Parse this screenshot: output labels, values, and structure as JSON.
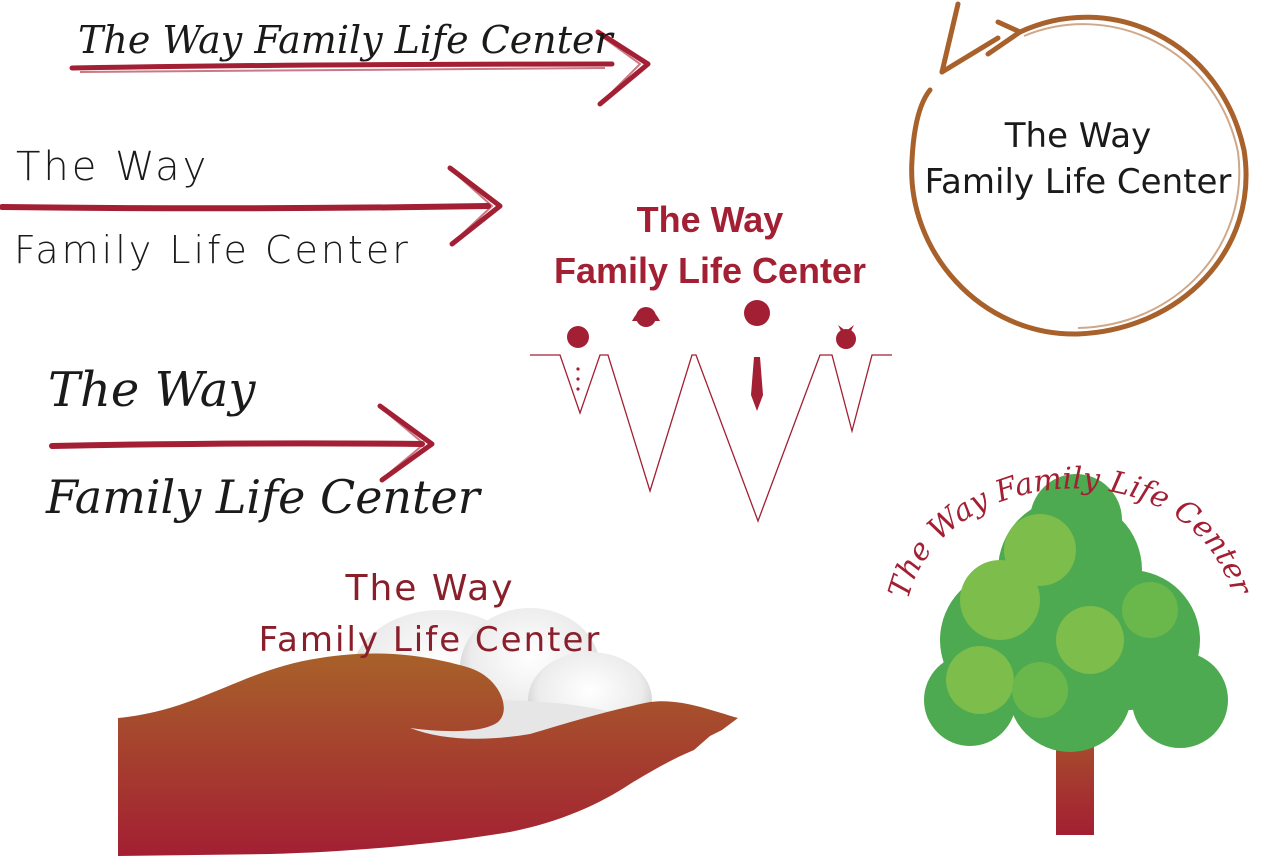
{
  "colors": {
    "brand_red": "#a31f33",
    "brown": "#a8612a",
    "ink": "#1a1a1a",
    "tree_green": "#4daa50",
    "tree_light_green": "#7cbd4b"
  },
  "logo1": {
    "text": "The Way Family Life Center",
    "icon": "arrow-icon"
  },
  "logo2": {
    "line1": "The Way",
    "line2": "Family Life Center",
    "icon": "arrow-icon"
  },
  "logo3": {
    "line1": "The Way",
    "line2": "Family Life Center",
    "icon": "family-w-icon"
  },
  "logo4": {
    "line1": "The Way",
    "line2": "Family Life Center",
    "icon": "circular-arrow-icon"
  },
  "logo5": {
    "line1": "The Way",
    "line2": "Family Life Center",
    "icon": "arrow-icon"
  },
  "logo6": {
    "line1": "The Way",
    "line2": "Family Life Center",
    "icon": "hand-cloud-icon"
  },
  "logo7": {
    "text": "The Way Family Life Center",
    "icon": "tree-icon"
  }
}
